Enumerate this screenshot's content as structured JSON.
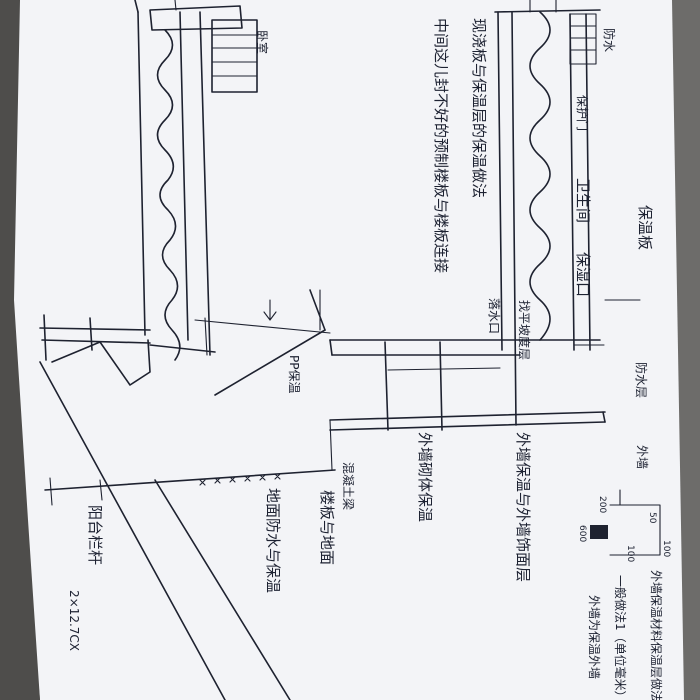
{
  "labels": {
    "top_right_corner": "防水",
    "left_room": "卧室",
    "wall_note_1": "现浇板与保温层的保温做法",
    "wall_note_2": "中间这儿封不好的预制楼板与楼板连接",
    "top_center": "保温板",
    "door_label": "保护门",
    "mid_label": "卫生间",
    "mid_label_2": "保湿口",
    "vertical_center": "找平坡度层",
    "mid_small": "落水口",
    "right_top": "防水层",
    "slanted_note": "PP保温",
    "ext_wall_note": "外墙砌体保温",
    "beam_note": "混凝土梁",
    "right_long": "外墙保温与外墙饰面层",
    "floor_label": "楼板与地面",
    "floor_note": "地面防水与保温",
    "bottom_arrow_note": "外墙保温材料保温层做法",
    "lower_left": "阳台栏杆",
    "dim_note": "2×12.7CX",
    "legend_1": "50",
    "legend_2": "200",
    "legend_3": "600",
    "legend_4": "100",
    "legend_5": "100",
    "right_edge_1": "外墙",
    "right_edge_2": "一般做法1（单位毫米）",
    "right_edge_3": "外墙为保温外墙"
  },
  "colors": {
    "paper": "#f4f5f8",
    "ink": "#1e2230",
    "background": "#6d6c6a"
  }
}
